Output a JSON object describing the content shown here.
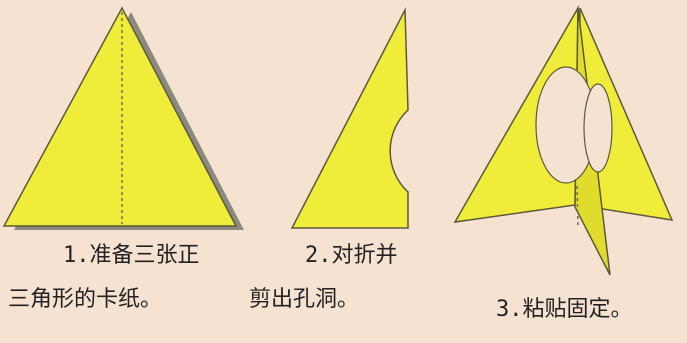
{
  "steps": [
    {
      "line1": "1.准备三张正",
      "line2": "三角形的卡纸。"
    },
    {
      "line1": "2.对折并",
      "line2": "剪出孔洞。"
    },
    {
      "line1": "3.粘贴固定。"
    }
  ],
  "colors": {
    "background": "#f5e2d1",
    "card": "#f0ec3a",
    "card_shade": "#e0dc2c",
    "outline": "#5a5a3a",
    "shadow": "#8a8a80",
    "hole": "#f5e2d1"
  }
}
